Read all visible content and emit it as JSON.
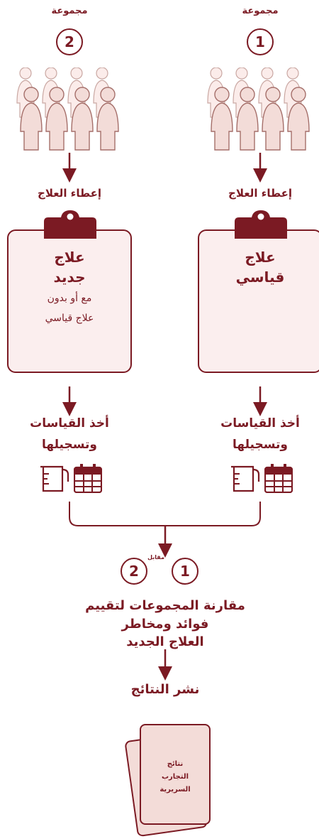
{
  "colors": {
    "primary": "#7b1a23",
    "board_fill": "#fbeeee",
    "people_fill": "#f3dcd8",
    "people_back": "#fbecea"
  },
  "groups": [
    {
      "label": "مجموعة",
      "number": "2",
      "step1": "إعطاء العلاج",
      "treatment_title_1": "علاج",
      "treatment_title_2": "جديد",
      "treatment_note_1": "مع أو بدون",
      "treatment_note_2": "علاج قياسي",
      "measure_1": "أخذ القياسات",
      "measure_2": "وتسجيلها"
    },
    {
      "label": "مجموعة",
      "number": "1",
      "step1": "إعطاء العلاج",
      "treatment_title_1": "علاج",
      "treatment_title_2": "قياسي",
      "measure_1": "أخذ القياسات",
      "measure_2": "وتسجيلها"
    }
  ],
  "compare": {
    "left_number": "2",
    "right_number": "1",
    "versus": "مقابل",
    "line1": "مقارنة المجموعات لتقييم",
    "line2": "فوائد ومخاطر",
    "line3": "العلاج الجديد"
  },
  "publish": {
    "title": "نشر النتائج",
    "doc_line1": "نتائج",
    "doc_line2": "التجارب",
    "doc_line3": "السريرية"
  },
  "icons": [
    "person-icon",
    "clipboard-icon",
    "measuring-cup-icon",
    "calendar-icon",
    "arrow-down-icon",
    "document-icon"
  ]
}
